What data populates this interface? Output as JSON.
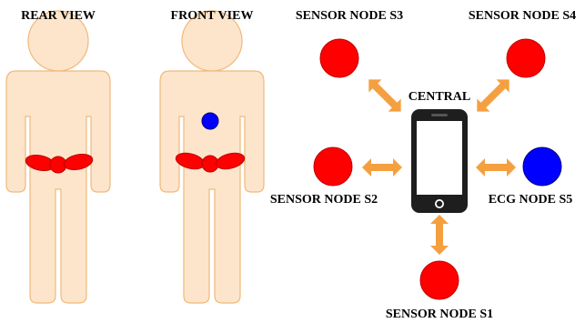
{
  "labels": {
    "rear_view": "REAR VIEW",
    "front_view": "FRONT VIEW",
    "central": "CENTRAL",
    "s1": "SENSOR NODE S1",
    "s2": "SENSOR NODE S2",
    "s3": "SENSOR NODE S3",
    "s4": "SENSOR NODE S4",
    "s5": "ECG NODE S5"
  },
  "colors": {
    "body_fill": "#fde5cc",
    "body_stroke": "#f0b97a",
    "sensor_red": "#ff0000",
    "ecg_blue": "#0000ff",
    "arrow": "#f5a040",
    "phone": "#1e1e1e"
  },
  "icons": [
    "human-silhouette",
    "smartphone-icon",
    "double-arrow"
  ]
}
